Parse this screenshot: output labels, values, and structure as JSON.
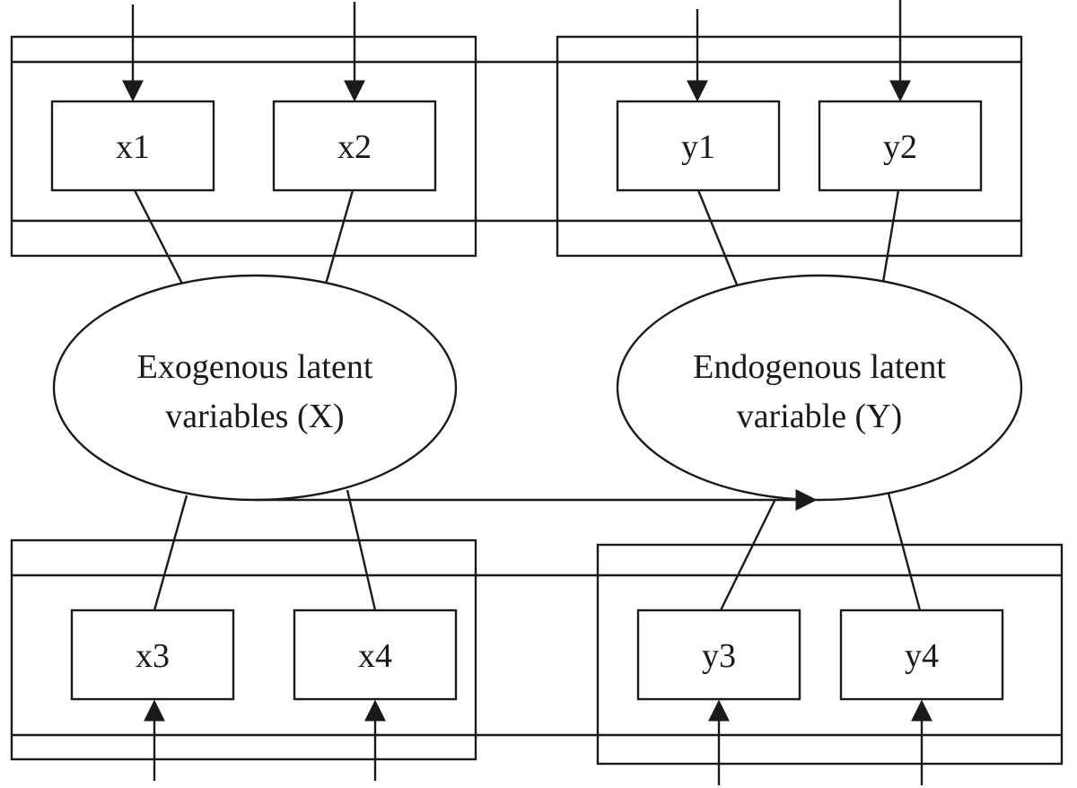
{
  "diagram": {
    "indicators": {
      "x1": "x1",
      "x2": "x2",
      "x3": "x3",
      "x4": "x4",
      "y1": "y1",
      "y2": "y2",
      "y3": "y3",
      "y4": "y4"
    },
    "latent": {
      "exogenous_line1": "Exogenous latent",
      "exogenous_line2": "variables (X)",
      "endogenous_line1": "Endogenous latent",
      "endogenous_line2": "variable (Y)"
    }
  }
}
